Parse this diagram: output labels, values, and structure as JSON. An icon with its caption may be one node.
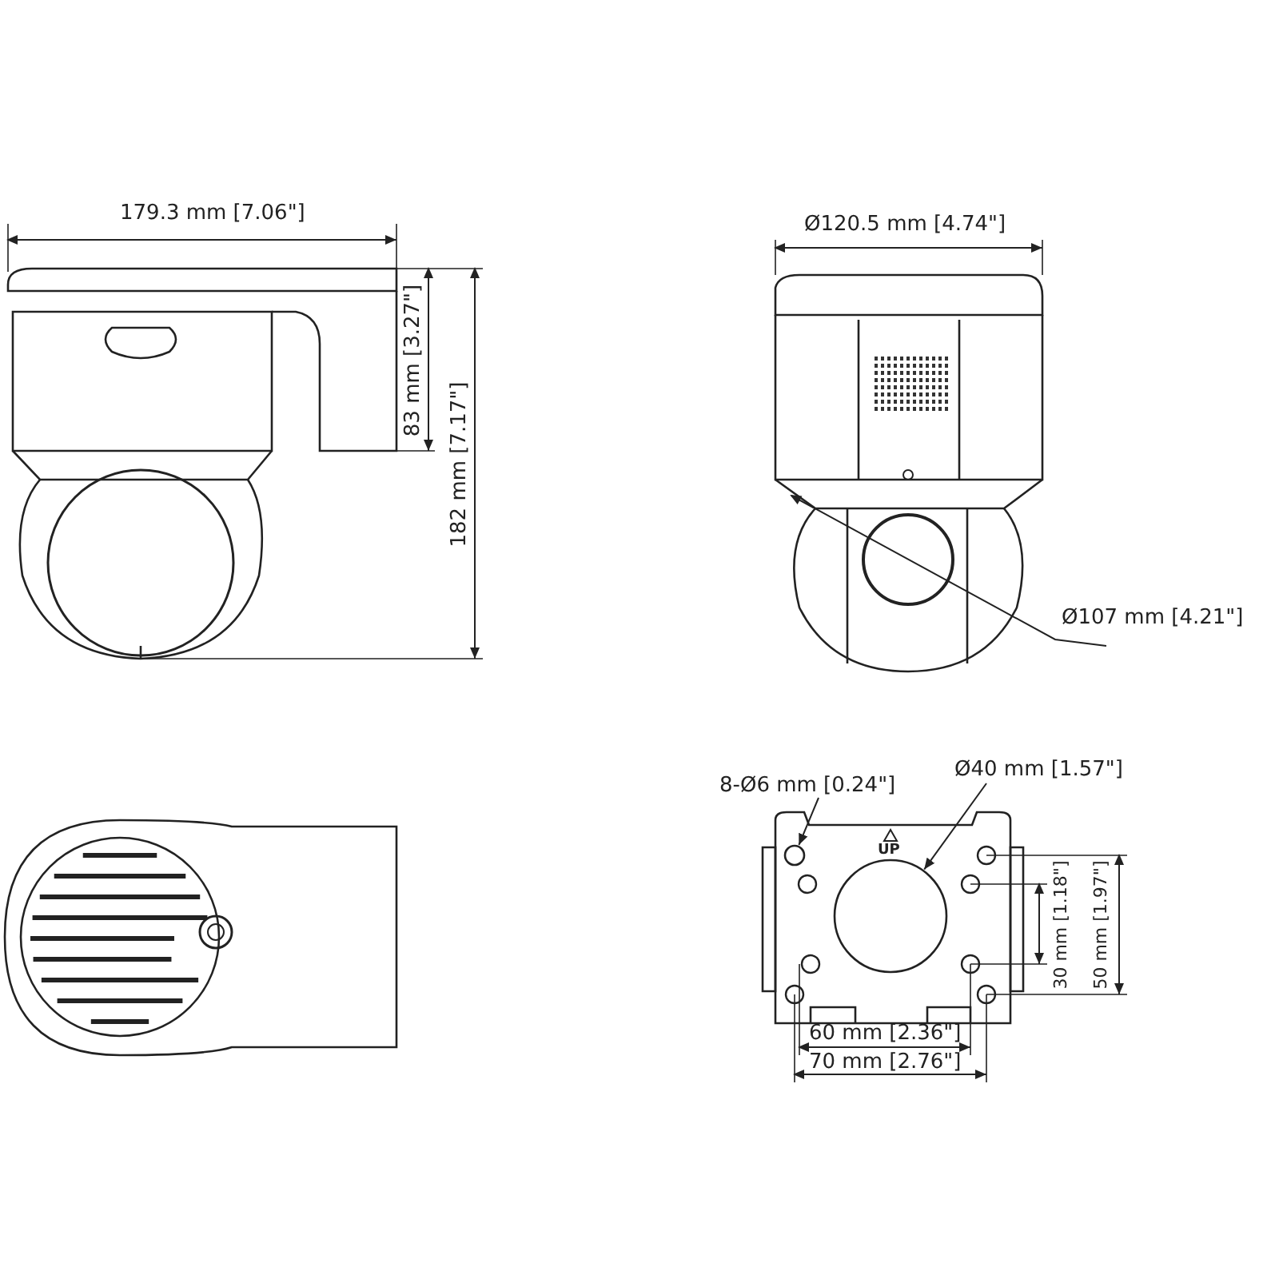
{
  "diagram": {
    "nodes": [
      {
        "text": [
          "8-Ø6 mm [0.24\"]"
        ]
      },
      {
        "text": [],
        "shape": "circle"
      },
      {
        "text": [
          "Ø40 mm [1.57\"]"
        ]
      },
      {
        "text": [],
        "shape": "circle"
      }
    ],
    "edges": [
      {
        "from": 0,
        "to": 1,
        "arrow": "to"
      },
      {
        "from": 2,
        "to": 3,
        "arrow": "to"
      }
    ],
    "labels": [
      "179.3 mm [7.06\"]",
      "Ø120.5 mm [4.74\"]",
      "83 mm [3.27\"]",
      "182 mm [7.17\"]",
      "Ø107 mm [4.21\"]",
      "UP",
      "30 mm [1.18\"]",
      "50 mm [1.97\"]",
      "60 mm [2.36\"]",
      "70 mm [2.76\"]"
    ]
  }
}
